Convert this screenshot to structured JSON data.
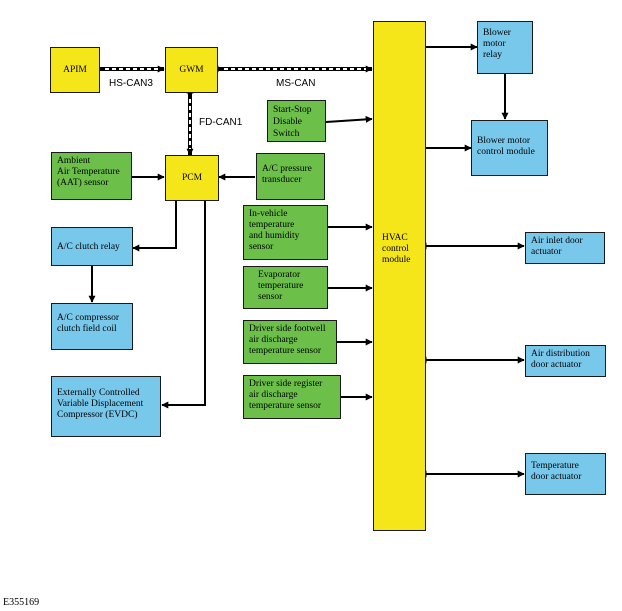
{
  "modules": {
    "apim": "APIM",
    "gwm": "GWM",
    "pcm": "PCM",
    "hvac": [
      "HVAC",
      "control",
      "module"
    ]
  },
  "buses": {
    "hs_can3": "HS-CAN3",
    "ms_can": "MS-CAN",
    "fd_can1": "FD-CAN1"
  },
  "sensors": {
    "start_stop": [
      "Start-Stop",
      "Disable",
      "Switch"
    ],
    "aat": [
      "Ambient",
      "Air Temperature",
      "(AAT) sensor"
    ],
    "ac_pressure": [
      "A/C pressure",
      "transducer"
    ],
    "in_vehicle": [
      "In-vehicle",
      "temperature",
      "and humidity",
      "sensor"
    ],
    "evaporator": [
      "Evaporator",
      "temperature",
      "sensor"
    ],
    "footwell": [
      "Driver side footwell",
      "air discharge",
      "temperature sensor"
    ],
    "register": [
      "Driver side register",
      "air discharge",
      "temperature sensor"
    ]
  },
  "actuators": {
    "blower_relay": [
      "Blower",
      "motor",
      "relay"
    ],
    "blower_module": [
      "Blower motor",
      "control module"
    ],
    "ac_clutch_relay": "A/C clutch relay",
    "ac_clutch_coil": [
      "A/C compressor",
      "clutch field coil"
    ],
    "evdc": [
      "Externally Controlled",
      "Variable Displacement",
      "Compressor (EVDC)"
    ],
    "air_inlet": [
      "Air inlet door",
      "actuator"
    ],
    "air_distribution": [
      "Air distribution",
      "door actuator"
    ],
    "temperature_door": [
      "Temperature",
      "door actuator"
    ]
  },
  "figure_id": "E355169",
  "colors": {
    "module_yellow": "#f5e619",
    "sensor_green": "#6cc04a",
    "actuator_blue": "#78c8ec",
    "line_black": "#000000"
  }
}
